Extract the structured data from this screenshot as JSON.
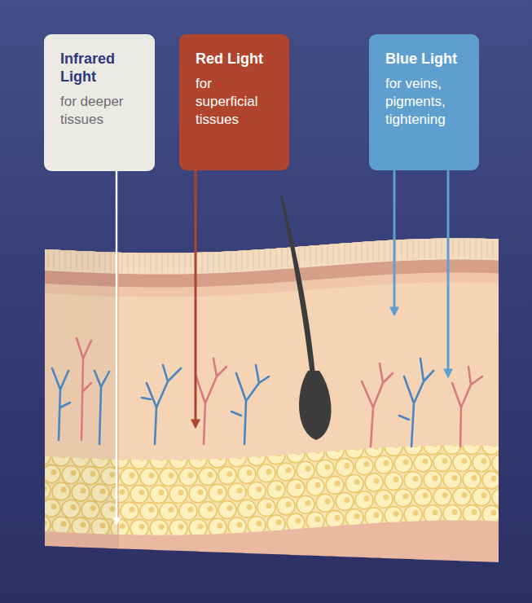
{
  "diagram": {
    "nodes": [
      {
        "text": [
          "Infrared Light",
          "for deeper tissues"
        ]
      },
      {
        "text": [
          "Red Light",
          "for superficial tissues"
        ]
      },
      {
        "text": [
          "Blue Light",
          "for veins, pigments, tightening"
        ]
      }
    ]
  }
}
